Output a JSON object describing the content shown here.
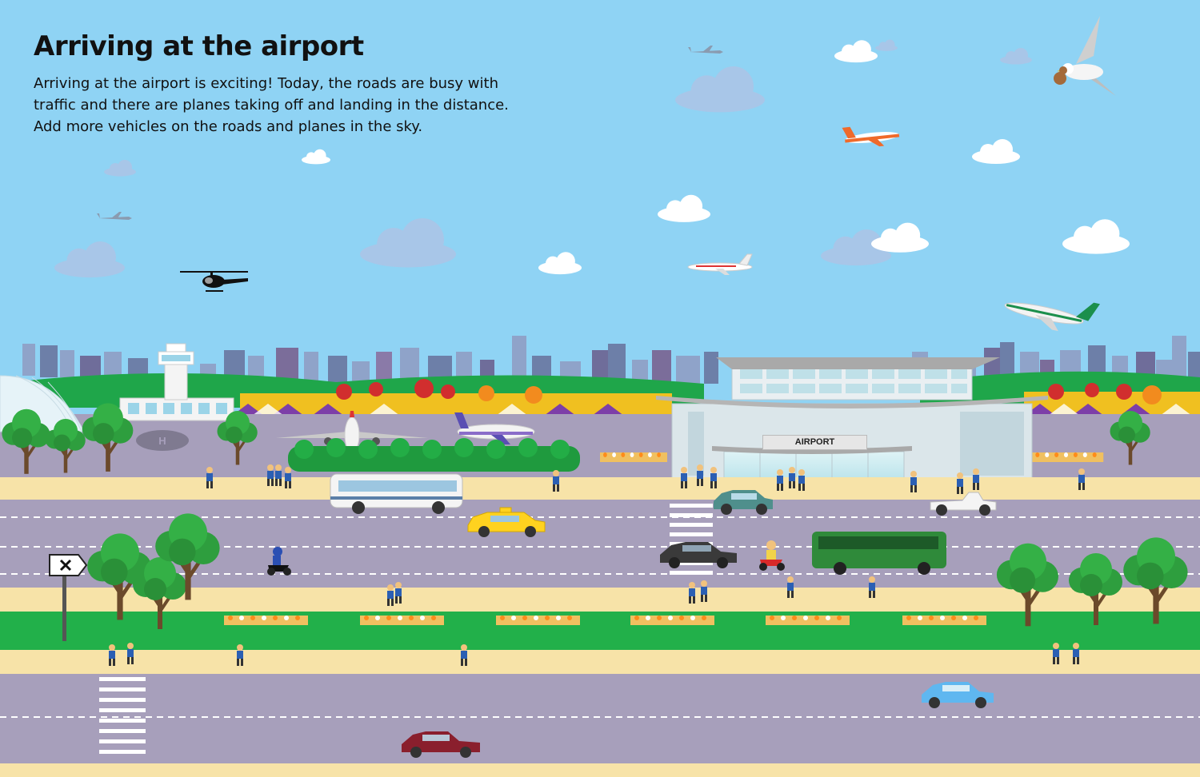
{
  "page": {
    "title": "Arriving at the airport",
    "intro_lines": [
      "Arriving at the airport is exciting! Today, the roads are busy with",
      "traffic and there are planes taking off and landing in the distance.",
      "Add more vehicles on the roads and planes in the sky."
    ]
  },
  "terminal": {
    "sign": "AIRPORT"
  },
  "colors": {
    "sky": "#8fd3f4",
    "grass": "#22b04a",
    "pavement": "#f7e3a8",
    "road": "#a79fbb",
    "taxi": "#ffd21f",
    "green_bus": "#2f8a3a"
  }
}
